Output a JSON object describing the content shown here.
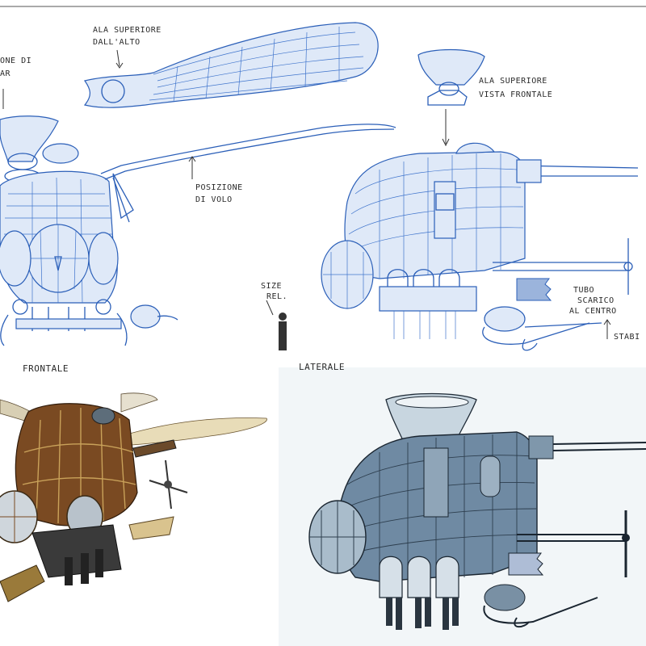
{
  "labels": {
    "top_wing": [
      "ALA SUPERIORE",
      "DALL'ALTO"
    ],
    "left_cut": [
      "ONE DI",
      "AR"
    ],
    "flight_position": [
      "POSIZIONE",
      "DI VOLO"
    ],
    "top_wing_front": [
      "ALA SUPERIORE",
      "VISTA FRONTALE"
    ],
    "size_ref": [
      "SIZE",
      "REL."
    ],
    "exhaust": [
      "TUBO",
      "SCARICO",
      "AL CENTRO"
    ],
    "stabilizer": "STABI",
    "frontal_view": "FRONTALE",
    "lateral_view": "LATERALE"
  },
  "colors": {
    "sketch_blue": "#2b5fb8",
    "render_brown": "#7a4a22",
    "render_brass": "#c9a25a",
    "render_steel": "#6f8aa3",
    "paper": "#ffffff"
  }
}
